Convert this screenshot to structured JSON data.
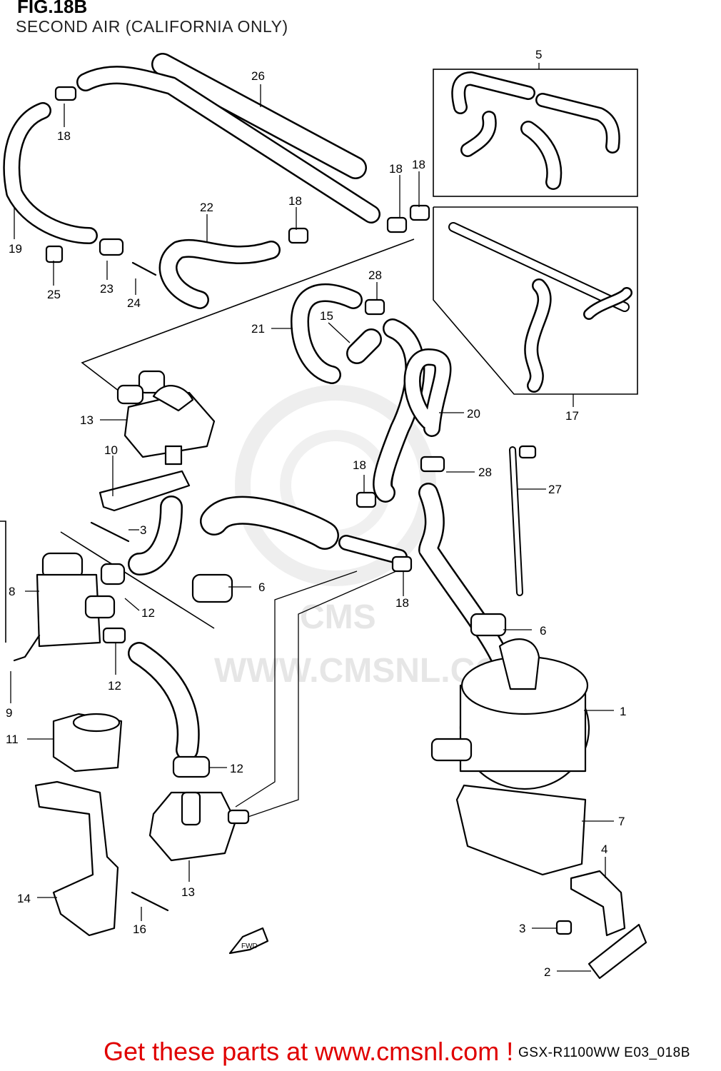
{
  "header": {
    "title": "FIG.18B",
    "subtitle": "SECOND AIR (CALIFORNIA ONLY)"
  },
  "watermark": {
    "brand": "CMS",
    "url": "WWW.CMSNL.COM"
  },
  "callouts": {
    "p1": "1",
    "p2": "2",
    "p3a": "3",
    "p3b": "3",
    "p4": "4",
    "p5": "5",
    "p6a": "6",
    "p6b": "6",
    "p7": "7",
    "p8": "8",
    "p9": "9",
    "p10": "10",
    "p11": "11",
    "p12a": "12",
    "p12b": "12",
    "p12c": "12",
    "p13a": "13",
    "p13b": "13",
    "p14": "14",
    "p15": "15",
    "p16": "16",
    "p17": "17",
    "p18a": "18",
    "p18b": "18",
    "p18c": "18",
    "p18d": "18",
    "p18e": "18",
    "p18f": "18",
    "p19": "19",
    "p20": "20",
    "p21": "21",
    "p22": "22",
    "p23": "23",
    "p24": "24",
    "p25": "25",
    "p26": "26",
    "p27": "27",
    "p28a": "28",
    "p28b": "28"
  },
  "fwd_label": "FWD",
  "footer": {
    "code": "GSX-R1100WW  E03_018B",
    "banner": "Get these parts at www.cmsnl.com !"
  }
}
